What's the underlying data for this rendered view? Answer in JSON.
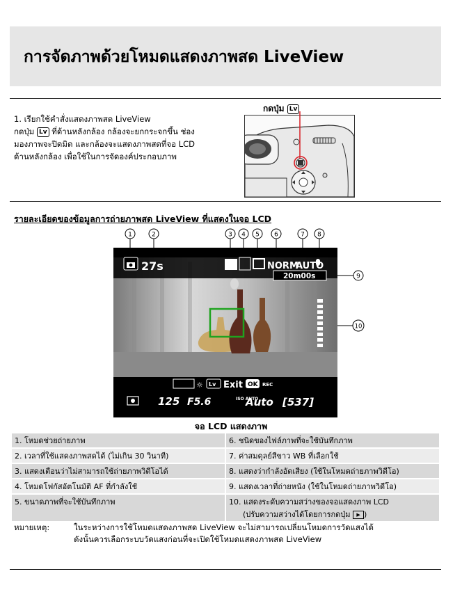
{
  "title": "การจัดภาพด้วยโหมดแสดงภาพสด LiveView",
  "intro": {
    "line1": "1. เรียกใช้คำสั่งแสดงภาพสด LiveView",
    "line2_before_key": "กดปุ่ม",
    "key_label": "Lv",
    "line2_after_key": "ที่ด้านหลังกล้อง  กล้องจะยกกระจกขึ้น ช่อง",
    "line3": "มองภาพจะปิดมิด และกล้องจะแสดงภาพสดที่จอ LCD",
    "line4": "ด้านหลังกล้อง เพื่อใช้ในการจัดองค์ประกอบภาพ"
  },
  "camera_figure": {
    "press_label": "กดปุ่ม",
    "key_label": "Lv"
  },
  "section_heading": "รายละเอียดของข้อมูลการถ่ายภาพสด LiveView ที่แสดงในจอ LCD",
  "callout_numbers": [
    "1",
    "2",
    "3",
    "4",
    "5",
    "6",
    "7",
    "8",
    "9",
    "10"
  ],
  "lcd": {
    "remaining_time": "27s",
    "image_quality": "NORM",
    "white_balance": "AUTO",
    "movie_time": "20m00s",
    "exit_label": "Exit",
    "ok_label": "OK",
    "shutter": "125",
    "aperture": "F5.6",
    "iso_prefix": "ISO AUTO",
    "iso_value": "Auto",
    "frames": "[537]",
    "lv_badge": "Lv",
    "rec_badge": "REC"
  },
  "lcd_caption": "จอ LCD แสดงภาพ",
  "legend": [
    [
      "1.  โหมดช่วยถ่ายภาพ",
      "6.  ชนิดของไฟล์ภาพที่จะใช้บันทึกภาพ"
    ],
    [
      "2.  เวลาที่ใช้แสดงภาพสดได้ (ไม่เกิน 30 วินาที)",
      "7.  ค่าสมดุลย์สีขาว WB ที่เลือกใช้"
    ],
    [
      "3.  แสดงเตือนว่าไม่สามารถใช้ถ่ายภาพวิดีโอได้",
      "8.  แสดงว่ากำลังอัดเสียง (ใช้ในโหมดถ่ายภาพวิดีโอ)"
    ],
    [
      "4.  โหมดโฟกัสอัตโนมัติ AF ที่กำลังใช้",
      "9.  แสดงเวลาที่ถ่ายหนัง (ใช้ในโหมดถ่ายภาพวิดีโอ)"
    ],
    [
      "5.  ขนาดภาพที่จะใช้บันทึกภาพ",
      "10. แสดงระดับความสว่างของจอแสดงภาพ LCD"
    ]
  ],
  "legend_row5_extra": "(ปรับความสว่างได้โดยการกดปุ่ม",
  "legend_row5_extra_end": ")",
  "note": {
    "label": "หมายเหตุ:",
    "line1": "ในระหว่างการใช้โหมดแสดงภาพสด LiveView จะไม่สามารถเปลี่ยนโหมดการวัดแสงได้",
    "line2": "ดังนั้นควรเลือกระบบวัดแสงก่อนที่จะเปิดใช้โหมดแสดงภาพสด LiveView"
  },
  "colors": {
    "title_bg": "#e6e6e6",
    "af_frame": "#1fa31f",
    "callout_line": "#d81f26"
  }
}
